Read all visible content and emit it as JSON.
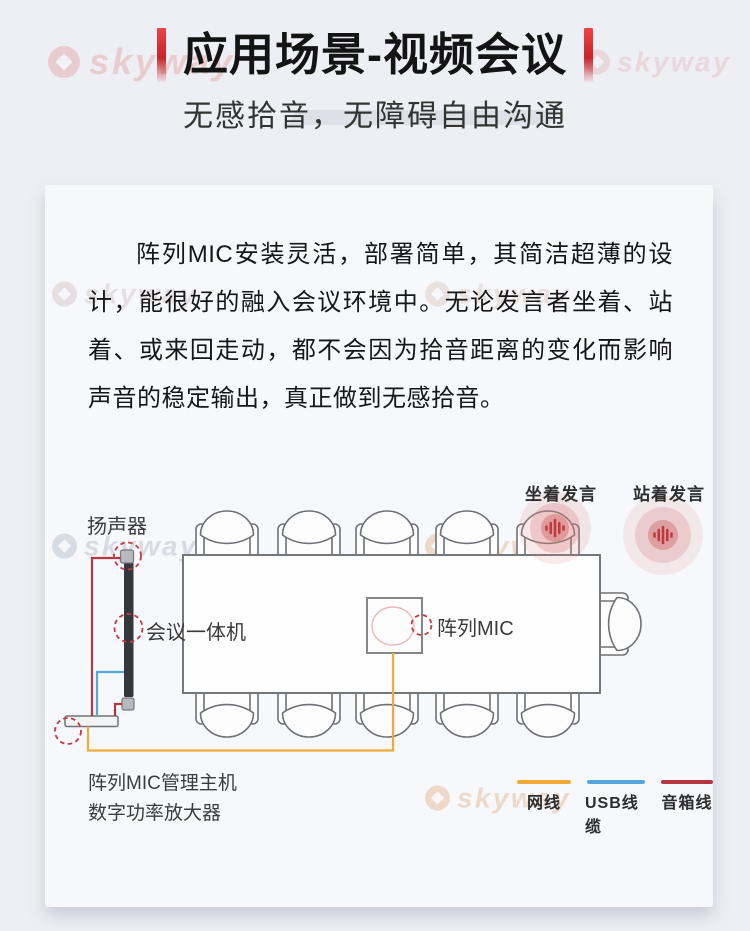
{
  "header": {
    "title": "应用场景-视频会议",
    "subtitle": "无感拾音，无障碍自由沟通"
  },
  "card": {
    "paragraph": "阵列MIC安装灵活，部署简单，其简洁超薄的设计，能很好的融入会议环境中。无论发言者坐着、站着、或来回走动，都不会因为拾音距离的变化而影响声音的稳定输出，真正做到无感拾音。"
  },
  "diagram": {
    "labels": {
      "speaker": "扬声器",
      "conference_machine": "会议一体机",
      "array_mic": "阵列MIC",
      "sitting": "坐着发言",
      "standing": "站着发言",
      "host_line1": "阵列MIC管理主机",
      "host_line2": "数字功率放大器"
    },
    "legend": [
      {
        "label": "网线",
        "color": "#f2a93b"
      },
      {
        "label": "USB线缆",
        "color": "#57a6dd"
      },
      {
        "label": "音箱线",
        "color": "#b5383e"
      }
    ],
    "colors": {
      "network_cable": "#f2a93b",
      "usb_cable": "#57a6dd",
      "speaker_cable": "#b5383e",
      "highlight_dashed_circle": "#c5393f",
      "title_accent": "#d8333a"
    }
  },
  "watermark": {
    "brand": "skyway"
  }
}
